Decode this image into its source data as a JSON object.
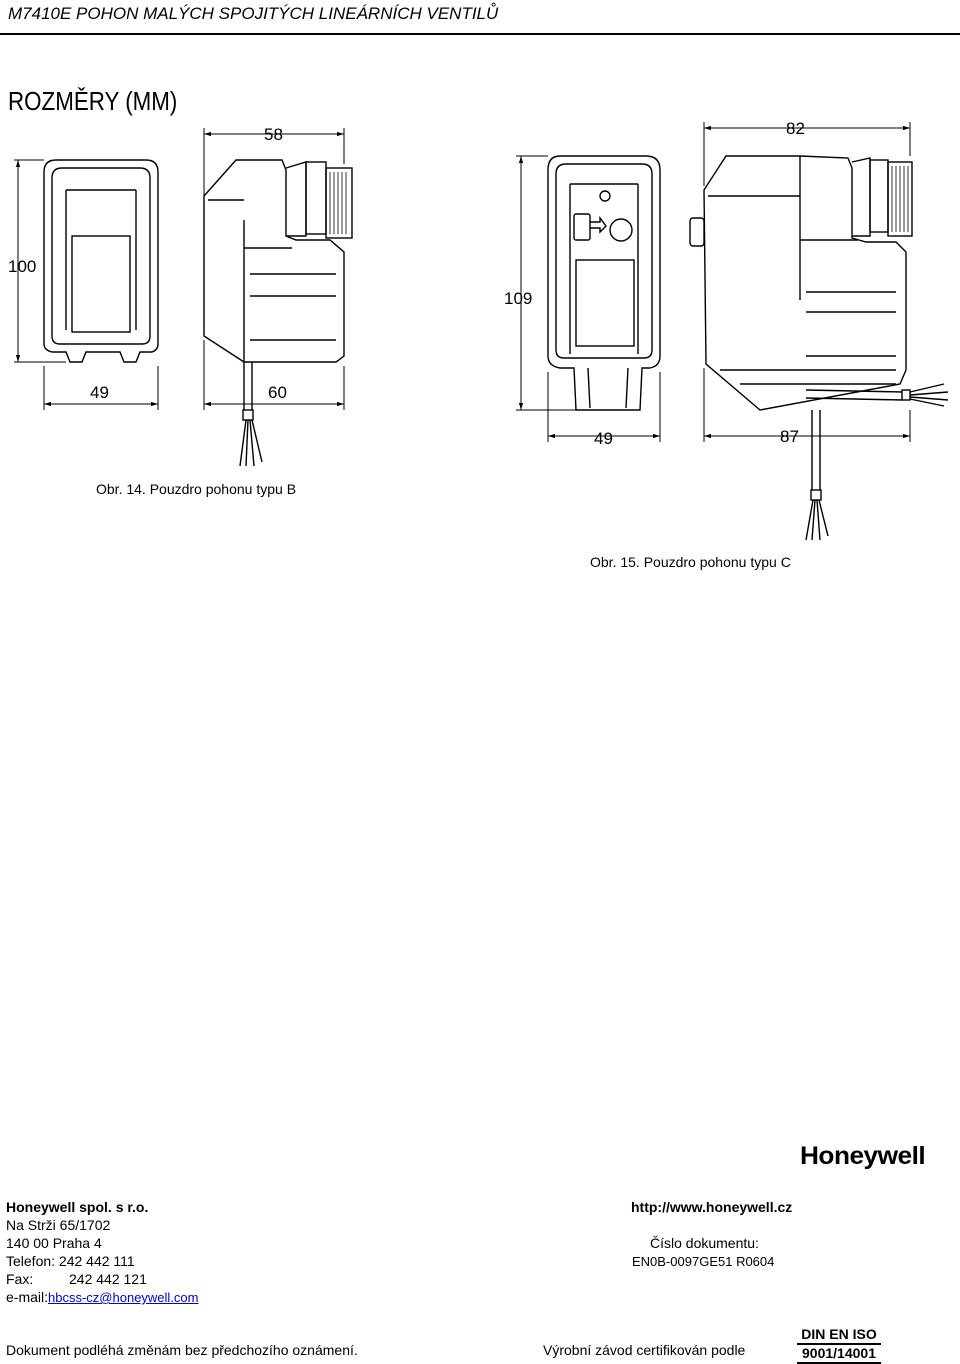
{
  "header": {
    "title": "M7410E POHON MALÝCH SPOJITÝCH LINEÁRNÍCH VENTILŮ"
  },
  "section": {
    "title": "ROZMĚRY (MM)"
  },
  "figure_b": {
    "dims": {
      "width_top": "58",
      "height": "100",
      "bottom_left": "49",
      "bottom_right": "60"
    },
    "caption": "Obr. 14. Pouzdro pohonu typu B"
  },
  "figure_c": {
    "dims": {
      "width_top": "82",
      "height": "109",
      "bottom_left": "49",
      "bottom_right": "87"
    },
    "caption": "Obr. 15. Pouzdro pohonu typu C"
  },
  "logo": {
    "text": "Honeywell"
  },
  "footer": {
    "company": "Honeywell spol. s r.o.",
    "street": "Na Strži 65/1702",
    "city": "140 00  Praha 4",
    "phone": "Telefon: 242 442 111",
    "fax_label": "Fax:",
    "fax_value": "242 442 121",
    "email_label": "e-mail:",
    "email_value": "hbcss-cz@honeywell.com",
    "website": "http://www.honeywell.cz",
    "doc_label": "Číslo dokumentu:",
    "doc_number": "EN0B-0097GE51 R0604",
    "disclaimer": "Dokument podléhá změnám bez předchozího oznámení.",
    "factory_cert": "Výrobní závod certifikován podle",
    "cert_line1": "DIN EN ISO",
    "cert_line2": "9001/14001"
  }
}
